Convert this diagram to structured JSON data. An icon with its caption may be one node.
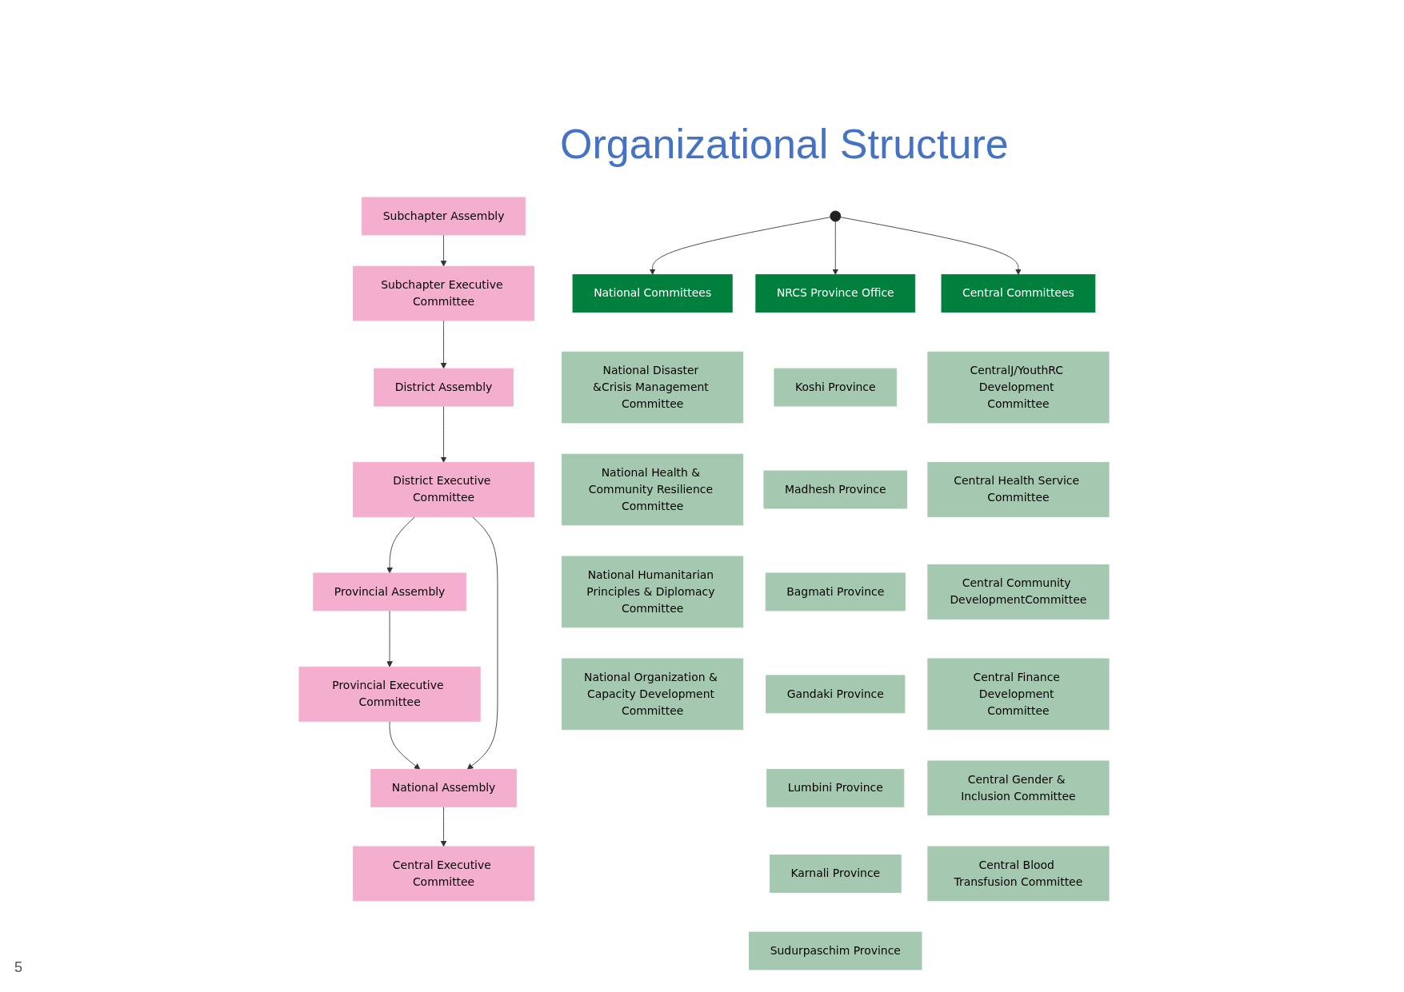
{
  "diagram": {
    "title": "Organizational Structure",
    "nodes": [
      {
        "text": [
          "National Assembly"
        ]
      },
      {
        "text": [
          "Central Executive Committee"
        ]
      },
      {
        "text": [
          "Provincial Assembly"
        ]
      },
      {
        "text": [
          "Provincial Executive Committee"
        ]
      },
      {
        "text": [
          "District Assembly"
        ]
      },
      {
        "text": [
          "District Executive Committee"
        ]
      },
      {
        "text": [
          "Subchapter Assembly"
        ]
      },
      {
        "text": [
          "Subchapter Executive Committee"
        ]
      },
      {
        "text": [
          "NRCS Province Office"
        ]
      },
      {
        "text": [
          "Koshi Province"
        ]
      },
      {
        "text": [
          "Madhesh Province"
        ]
      },
      {
        "text": [
          "Bagmati Province"
        ]
      },
      {
        "text": [
          "Gandaki Province"
        ]
      },
      {
        "text": [
          "Lumbini Province"
        ]
      },
      {
        "text": [
          "Karnali Province"
        ]
      },
      {
        "text": [
          "Sudurpaschim Province"
        ]
      },
      {
        "text": [
          "National Committees"
        ]
      },
      {
        "text": [
          "National Disaster &Crisis Management Committee"
        ]
      },
      {
        "text": [
          "National Health & Community Resilience Committee"
        ]
      },
      {
        "text": [
          "National Humanitarian Principles & Diplomacy Committee"
        ]
      },
      {
        "text": [
          "National Organization & Capacity Development Committee"
        ]
      },
      {
        "text": [
          "Central Committees"
        ]
      },
      {
        "text": [
          "CentralJ/YouthRC Development Committee"
        ]
      },
      {
        "text": [
          "Central Health Service Committee"
        ]
      },
      {
        "text": [
          "Central Community DevelopmentCommittee"
        ]
      },
      {
        "text": [
          "Central Finance Development Committee"
        ]
      },
      {
        "text": [
          "Central Gender & Inclusion Committee"
        ]
      },
      {
        "text": [
          "Central Blood Transfusion Committee"
        ]
      }
    ],
    "edges": [
      {
        "from": 0,
        "to": 1,
        "arrow": "to"
      },
      {
        "from": 3,
        "to": 0,
        "arrow": "to"
      },
      {
        "from": 5,
        "to": 0,
        "arrow": "to"
      },
      {
        "from": 2,
        "to": 3,
        "arrow": "to"
      },
      {
        "from": 5,
        "to": 2,
        "arrow": "to"
      },
      {
        "from": 4,
        "to": 5,
        "arrow": "to"
      },
      {
        "from": 7,
        "to": 4,
        "arrow": "to"
      },
      {
        "from": 6,
        "to": 7,
        "arrow": "to"
      },
      {
        "from": null,
        "to": 8,
        "arrow": "to"
      },
      {
        "from": null,
        "to": 16,
        "arrow": "to"
      },
      {
        "from": null,
        "to": 21,
        "arrow": "to"
      }
    ],
    "labels": [
      "5"
    ]
  }
}
